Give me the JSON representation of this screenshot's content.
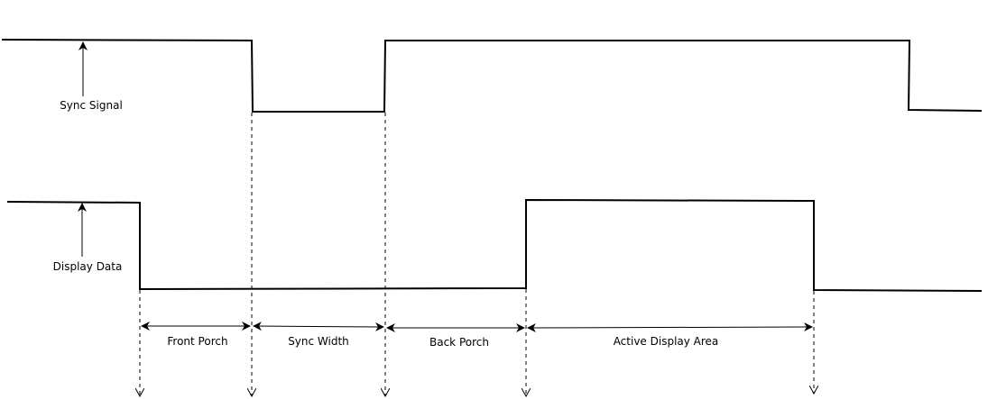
{
  "diagram": {
    "signals": {
      "sync": {
        "label": "Sync Signal"
      },
      "data": {
        "label": "Display Data"
      }
    },
    "intervals": [
      {
        "label": "Front Porch"
      },
      {
        "label": "Sync Width"
      },
      {
        "label": "Back Porch"
      },
      {
        "label": "Active Display Area"
      }
    ]
  }
}
